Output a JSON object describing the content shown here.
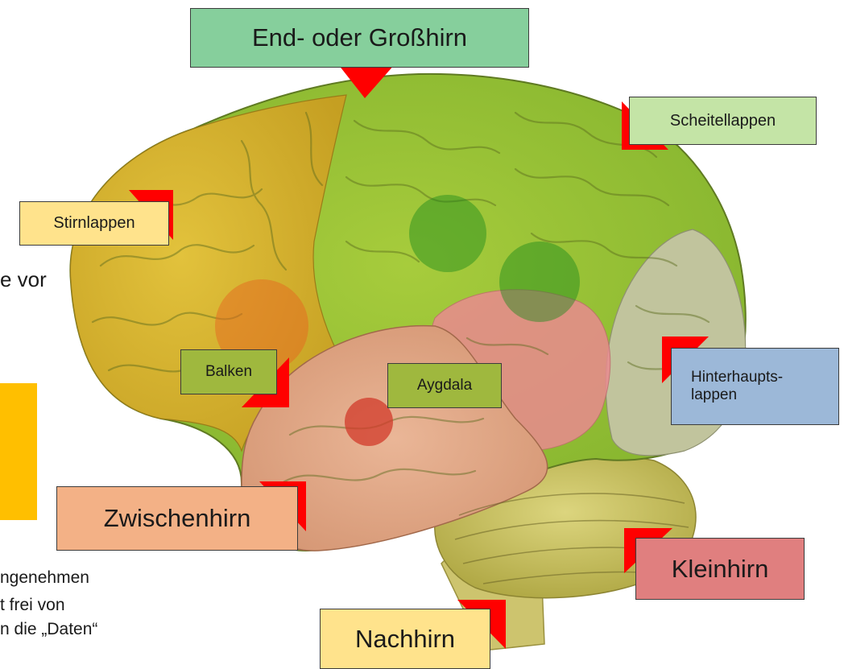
{
  "labels": {
    "end_oder_grosshirn": "End- oder Großhirn",
    "scheitellappen": "Scheitellappen",
    "stirnlappen": "Stirnlappen",
    "balken": "Balken",
    "aygdala": "Aygdala",
    "hinterhaupts_line1": "Hinterhaupts-",
    "hinterhaupts_line2": "lappen",
    "zwischenhirn": "Zwischenhirn",
    "kleinhirn": "Kleinhirn",
    "nachhirn": "Nachhirn"
  },
  "background_text": {
    "fragment_vor": "e vor",
    "line1": "ngenehmen",
    "line2": "t frei von",
    "line3": "n die „Daten“"
  },
  "colors": {
    "green_label": "#86cf9c",
    "light_green_label": "#c4e4a6",
    "yellow_label": "#ffe38c",
    "olive_label": "#9fb83e",
    "blue_label": "#9cb8d8",
    "orange_label": "#f3b186",
    "red_label": "#e07f7f",
    "pointer_red": "#ff0000",
    "side_panel": "#ffbf00"
  }
}
